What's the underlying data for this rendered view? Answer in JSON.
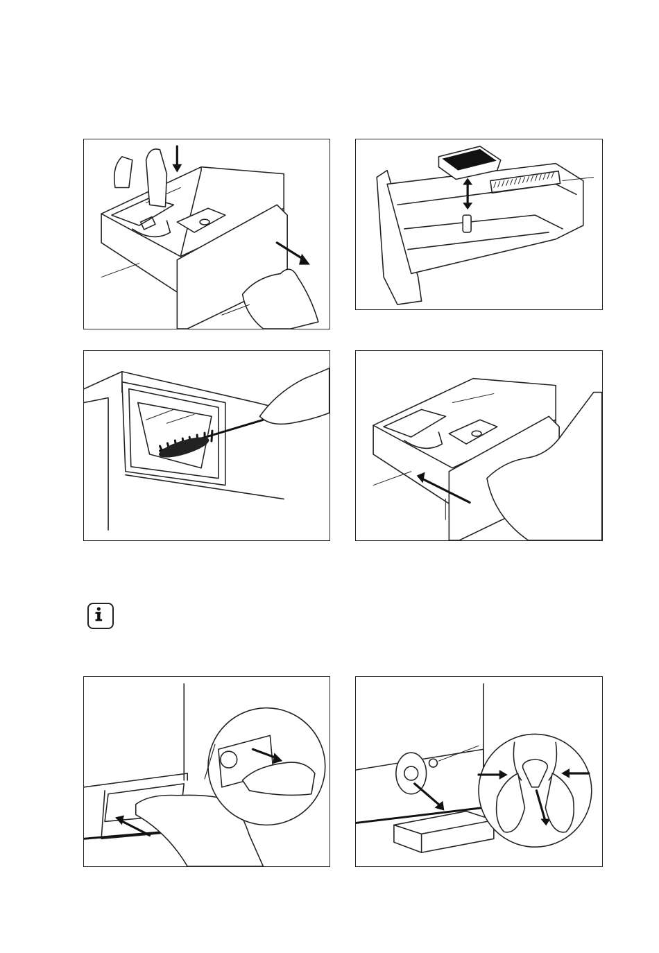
{
  "page": {
    "background": "#ffffff",
    "line_color": "#222222"
  },
  "figures": [
    {
      "id": "remove-dispenser-press-release",
      "icons": [
        "finger-press-icon",
        "arrow-down-icon",
        "arrow-pull-out-icon",
        "hand-icon"
      ]
    },
    {
      "id": "remove-softener-insert",
      "icons": [
        "insert-cap-icon",
        "double-arrow-icon",
        "brush-icon"
      ]
    },
    {
      "id": "clean-dispenser-recess",
      "icons": [
        "brush-icon",
        "hand-icon"
      ]
    },
    {
      "id": "reinsert-dispenser",
      "icons": [
        "arrow-push-in-icon",
        "hand-icon"
      ]
    },
    {
      "id": "open-filter-flap",
      "icons": [
        "hand-icon",
        "arrow-icon",
        "magnifier-detail-icon"
      ]
    },
    {
      "id": "remove-emergency-hose",
      "icons": [
        "arrow-icon",
        "tray-icon",
        "magnifier-detail-icon"
      ]
    }
  ],
  "info_note": {
    "icon": "info-icon",
    "glyph": "i"
  }
}
